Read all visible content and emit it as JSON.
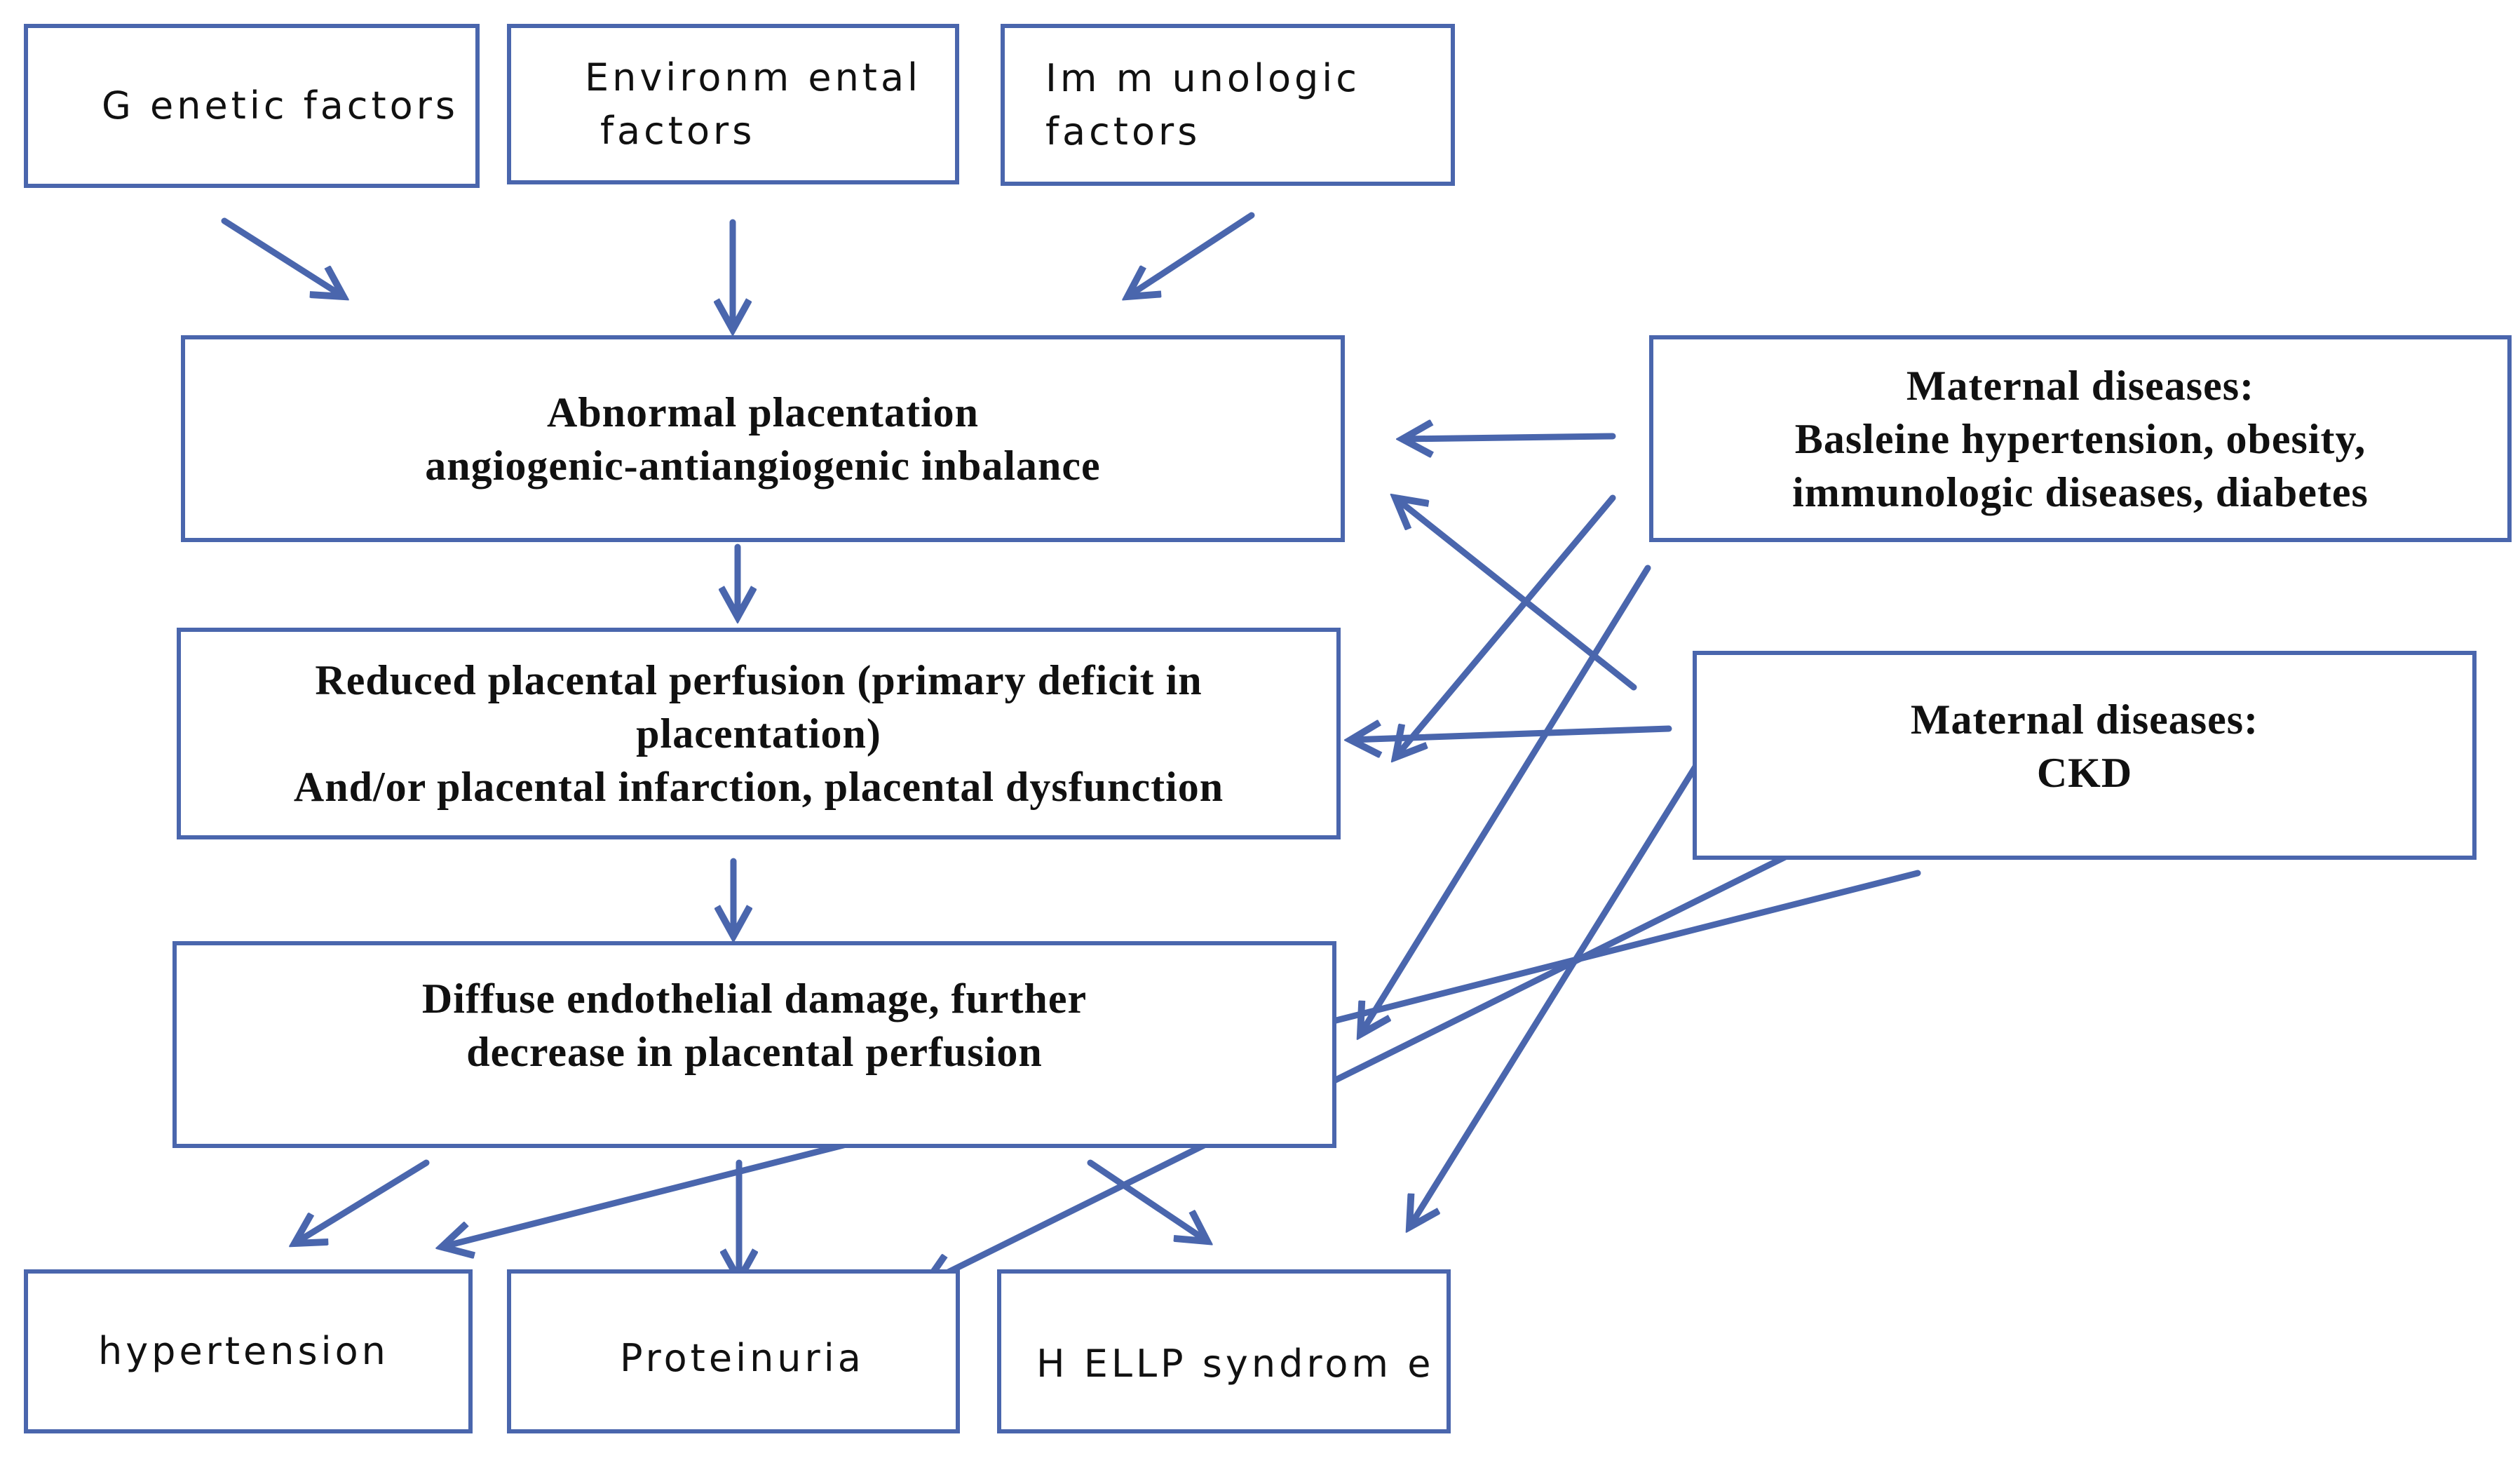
{
  "top_factors": {
    "genetic": [
      "G enetic factors"
    ],
    "environmental": [
      "Environm ental",
      "factors"
    ],
    "immunologic": [
      "Im m unologic",
      "factors"
    ]
  },
  "central_chain": {
    "placentation": [
      "Abnormal placentation",
      "angiogenic-antiangiogenic inbalance"
    ],
    "perfusion": [
      "Reduced placental perfusion (primary deficit in",
      "placentation)",
      "And/or placental infarction, placental dysfunction"
    ],
    "endothelial": [
      "Diffuse endothelial damage, further",
      "decrease in placental perfusion"
    ]
  },
  "maternal": {
    "baseline": [
      "Maternal diseases:",
      "Basleine hypertension, obesity,",
      "immunologic diseases, diabetes"
    ],
    "ckd": [
      "Maternal diseases:",
      "CKD"
    ]
  },
  "outcomes": {
    "hypertension": [
      "hypertension"
    ],
    "proteinuria": [
      "Proteinuria"
    ],
    "hellp": [
      "H ELLP syndrom e"
    ]
  },
  "colors": {
    "border": "#4a66ad",
    "arrow": "#4a66ad",
    "text": "#111111",
    "background": "#ffffff"
  }
}
